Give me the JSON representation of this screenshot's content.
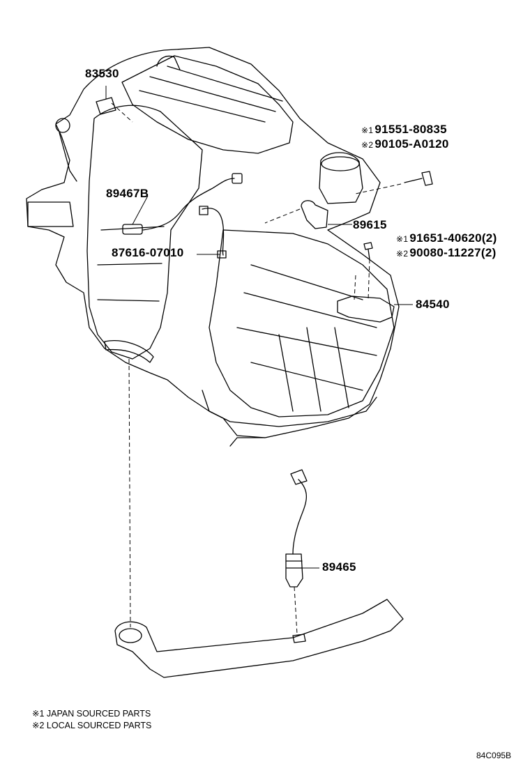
{
  "callouts": {
    "p83530": "83530",
    "p89467b": "89467B",
    "p87616": "87616-07010",
    "p89615": "89615",
    "p84540": "84540",
    "p89465": "89465",
    "bolt1": {
      "mark": "※1",
      "number": "91551-80835"
    },
    "bolt2": {
      "mark": "※2",
      "number": "90105-A0120"
    },
    "screw1": {
      "mark": "※1",
      "number": "91651-40620(2)"
    },
    "screw2": {
      "mark": "※2",
      "number": "90080-11227(2)"
    }
  },
  "notes": {
    "japan": "※1 JAPAN SOURCED PARTS",
    "local": "※2 LOCAL SOURCED PARTS"
  },
  "figure_code": "84C095B"
}
